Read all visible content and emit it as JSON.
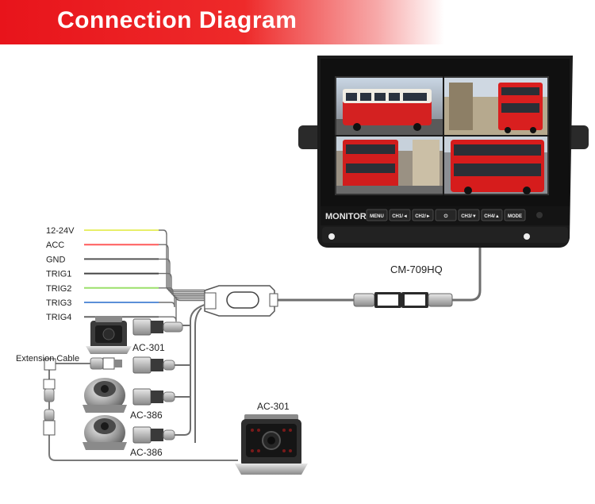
{
  "title": "Connection Diagram",
  "monitor": {
    "model": "CM-709HQ",
    "brand_label": "MONITOR",
    "buttons": [
      "MENU",
      "CH1/◄",
      "CH2/►",
      "⏻",
      "CH3/▼",
      "CH4/▲",
      "MODE"
    ]
  },
  "wires": [
    {
      "label": "12-24V",
      "color": "#e8ef6a"
    },
    {
      "label": "ACC",
      "color": "#ff5a5a"
    },
    {
      "label": "GND",
      "color": "#555555"
    },
    {
      "label": "TRIG1",
      "color": "#444444"
    },
    {
      "label": "TRIG2",
      "color": "#9be06a"
    },
    {
      "label": "TRIG3",
      "color": "#5b8fd8"
    },
    {
      "label": "TRIG4",
      "color": "#666666"
    }
  ],
  "cameras": [
    {
      "label": "AC-301"
    },
    {
      "label": "AC-386"
    },
    {
      "label": "AC-386"
    },
    {
      "label": "AC-301"
    }
  ],
  "extension_cable": "Extension Cable"
}
